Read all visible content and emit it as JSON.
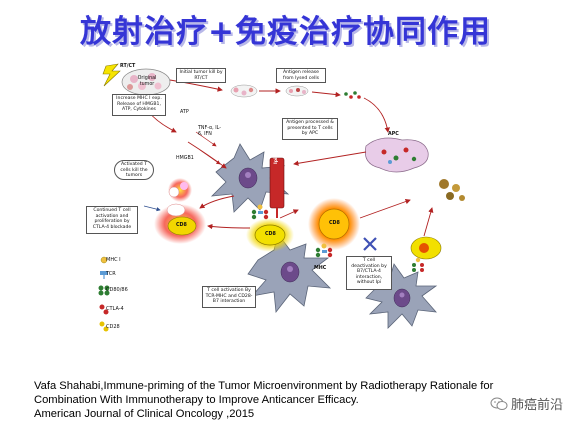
{
  "title": "放射治疗+免疫治疗协同作用",
  "diagram": {
    "labels": {
      "rtct": "RT/CT",
      "original_tumor": "Original tumor",
      "initial_kill": "Initial tumor kill by RT/CT",
      "antigen_release": "Antigen release from lysed cells",
      "increase_mhc": "Increase MHC I exp. Release of HMGB1, ATP, Cytokines",
      "atp": "ATP",
      "tnf": "TNF-α, IL-6, IFN",
      "hmgb1": "HMGB1",
      "antigen_processed": "Antigen processed & presented to T cells by APC",
      "apc": "APC",
      "activated_t": "Activated T cells kill the tumors",
      "ipilimumab": "Ipilimumab",
      "continued_t": "Continued T cell activation and proliferation by CTLA-4 blockade",
      "cd8_left": "CD8",
      "cd8_center": "CD8",
      "cd8_right": "CD8",
      "mhc": "MHC",
      "t_activation": "T cell activation By TCR-MHC and CD28-B7 interaction",
      "t_deactivation": "T cell deactivation by B7/CTLA-4 interaction, without Ipi"
    },
    "legend": [
      {
        "label": "MHC I",
        "color": "#f0c040"
      },
      {
        "label": "TCR",
        "color": "#5b9bd5"
      },
      {
        "label": "CD80/86",
        "color": "#2e7d32"
      },
      {
        "label": "CTLA-4",
        "color": "#c62828"
      },
      {
        "label": "CD28",
        "color": "#e6c200"
      }
    ]
  },
  "citation": {
    "line1": "Vafa Shahabi,Immune-priming of the Tumor Microenvironment by Radiotherapy Rationale for",
    "line2": "Combination With Immunotherapy to Improve Anticancer Efficacy.",
    "line3": "American Journal of Clinical Oncology ,2015"
  },
  "watermark": "肺癌前沿"
}
